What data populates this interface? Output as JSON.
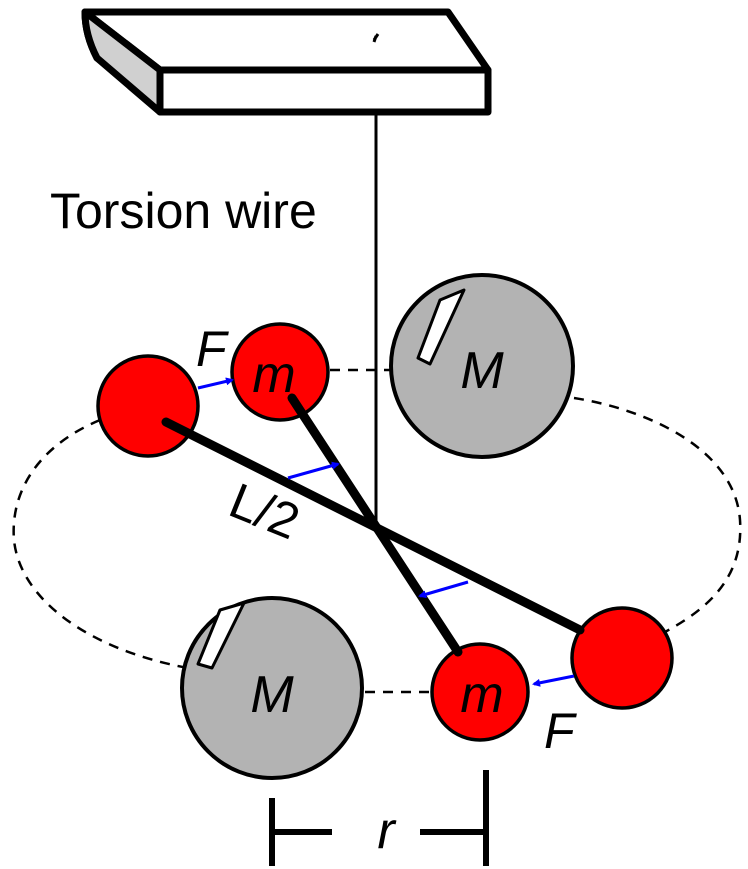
{
  "diagram": {
    "label_torsion_wire": "Torsion wire",
    "label_force_top": "F",
    "label_force_bottom": "F",
    "label_small_mass_top": "m",
    "label_small_mass_bottom": "m",
    "label_large_mass_top": "M",
    "label_large_mass_bottom": "M",
    "label_half_length": "L/2",
    "label_distance": "r",
    "colors": {
      "small_mass": "#ff0000",
      "large_mass": "#b3b3b3",
      "force_arrow": "#0000ff",
      "mount": "#d0d0d0",
      "rod": "#000000"
    }
  }
}
